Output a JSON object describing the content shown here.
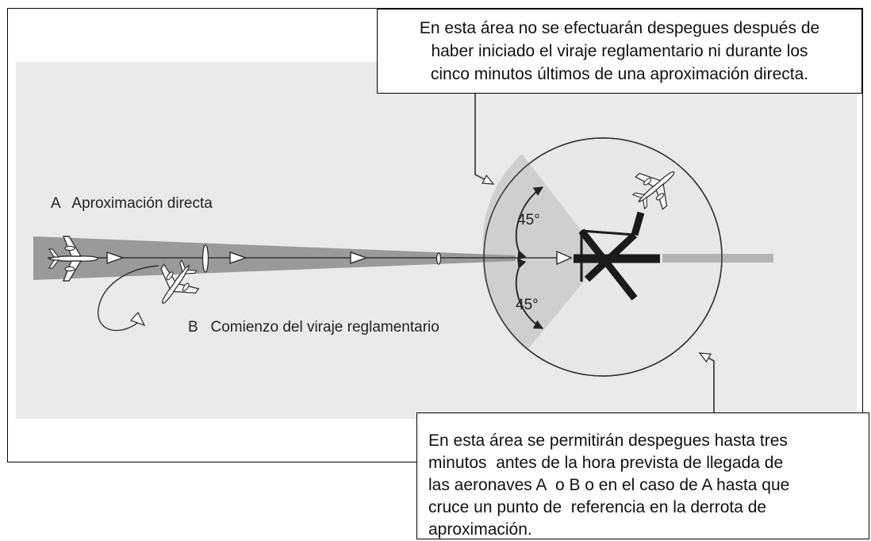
{
  "notes": {
    "top": {
      "lines": [
        "En esta área no se efectuarán despegues después de",
        "haber iniciado el viraje reglamentario ni durante los",
        "cinco minutos últimos de una aproximación directa."
      ]
    },
    "bottom": {
      "lines": [
        "En esta área se permitirán despegues hasta tres",
        "minutos  antes de la hora prevista de llegada de",
        "las aeronaves A  o B o en el caso de A hasta que",
        "cruce un punto de  referencia en la derrota de",
        "aproximación."
      ]
    }
  },
  "diagram": {
    "label_a": "A   Aproximación directa",
    "label_b": "B   Comienzo del viraje reglamentario",
    "angle_upper": "45°",
    "angle_lower": "45°"
  },
  "colors": {
    "background_panel": "#eaeaea",
    "approach_cone": "#9a9a9a",
    "sector_shade": "#cfcfcf",
    "runway": "#1a1a1a",
    "border": "#000000"
  }
}
